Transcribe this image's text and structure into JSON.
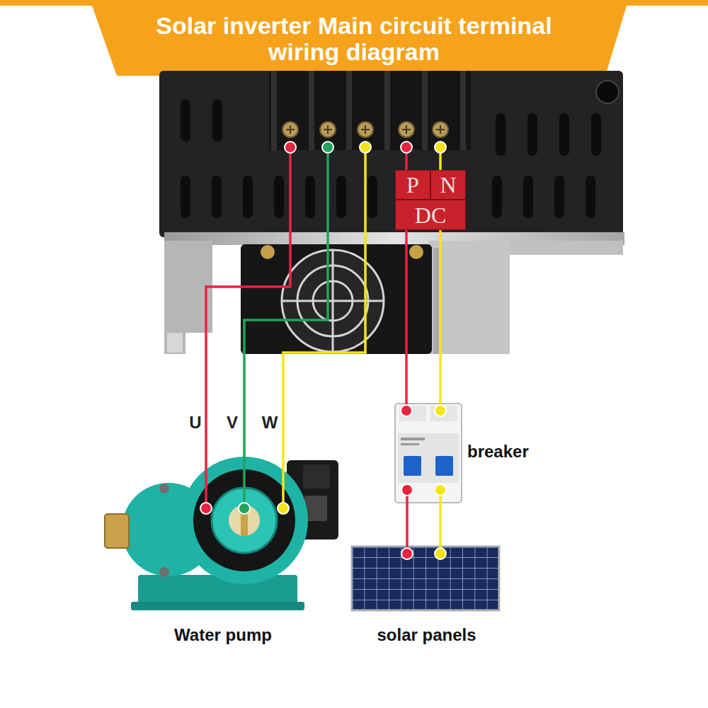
{
  "diagram": {
    "title": "Solar inverter Main circuit terminal wiring diagram",
    "nodes": [
      {
        "text": [
          "P",
          "N",
          "DC"
        ]
      },
      {
        "text": [
          "breaker"
        ]
      },
      {
        "text": [
          "Water pump"
        ]
      },
      {
        "text": [
          "solar panels"
        ]
      }
    ],
    "edges": [
      {
        "from": 0,
        "to": 2,
        "label": "U",
        "arrow": "none"
      },
      {
        "from": 0,
        "to": 2,
        "label": "V",
        "arrow": "none"
      },
      {
        "from": 0,
        "to": 2,
        "label": "W",
        "arrow": "none"
      },
      {
        "from": 0,
        "to": 1,
        "arrow": "none"
      },
      {
        "from": 0,
        "to": 1,
        "arrow": "none"
      },
      {
        "from": 1,
        "to": 3,
        "arrow": "none"
      },
      {
        "from": 1,
        "to": 3,
        "arrow": "none"
      }
    ]
  }
}
